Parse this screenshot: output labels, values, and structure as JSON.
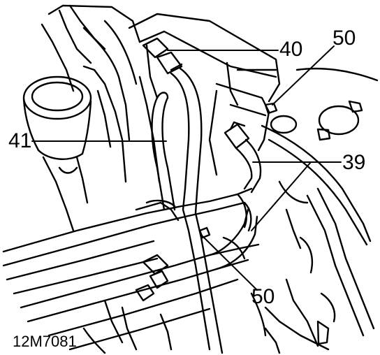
{
  "diagram": {
    "reference_code": "12M7081",
    "callouts": [
      {
        "id": "c40",
        "label": "40"
      },
      {
        "id": "c50a",
        "label": "50"
      },
      {
        "id": "c41",
        "label": "41"
      },
      {
        "id": "c39",
        "label": "39"
      },
      {
        "id": "c50b",
        "label": "50"
      }
    ]
  }
}
